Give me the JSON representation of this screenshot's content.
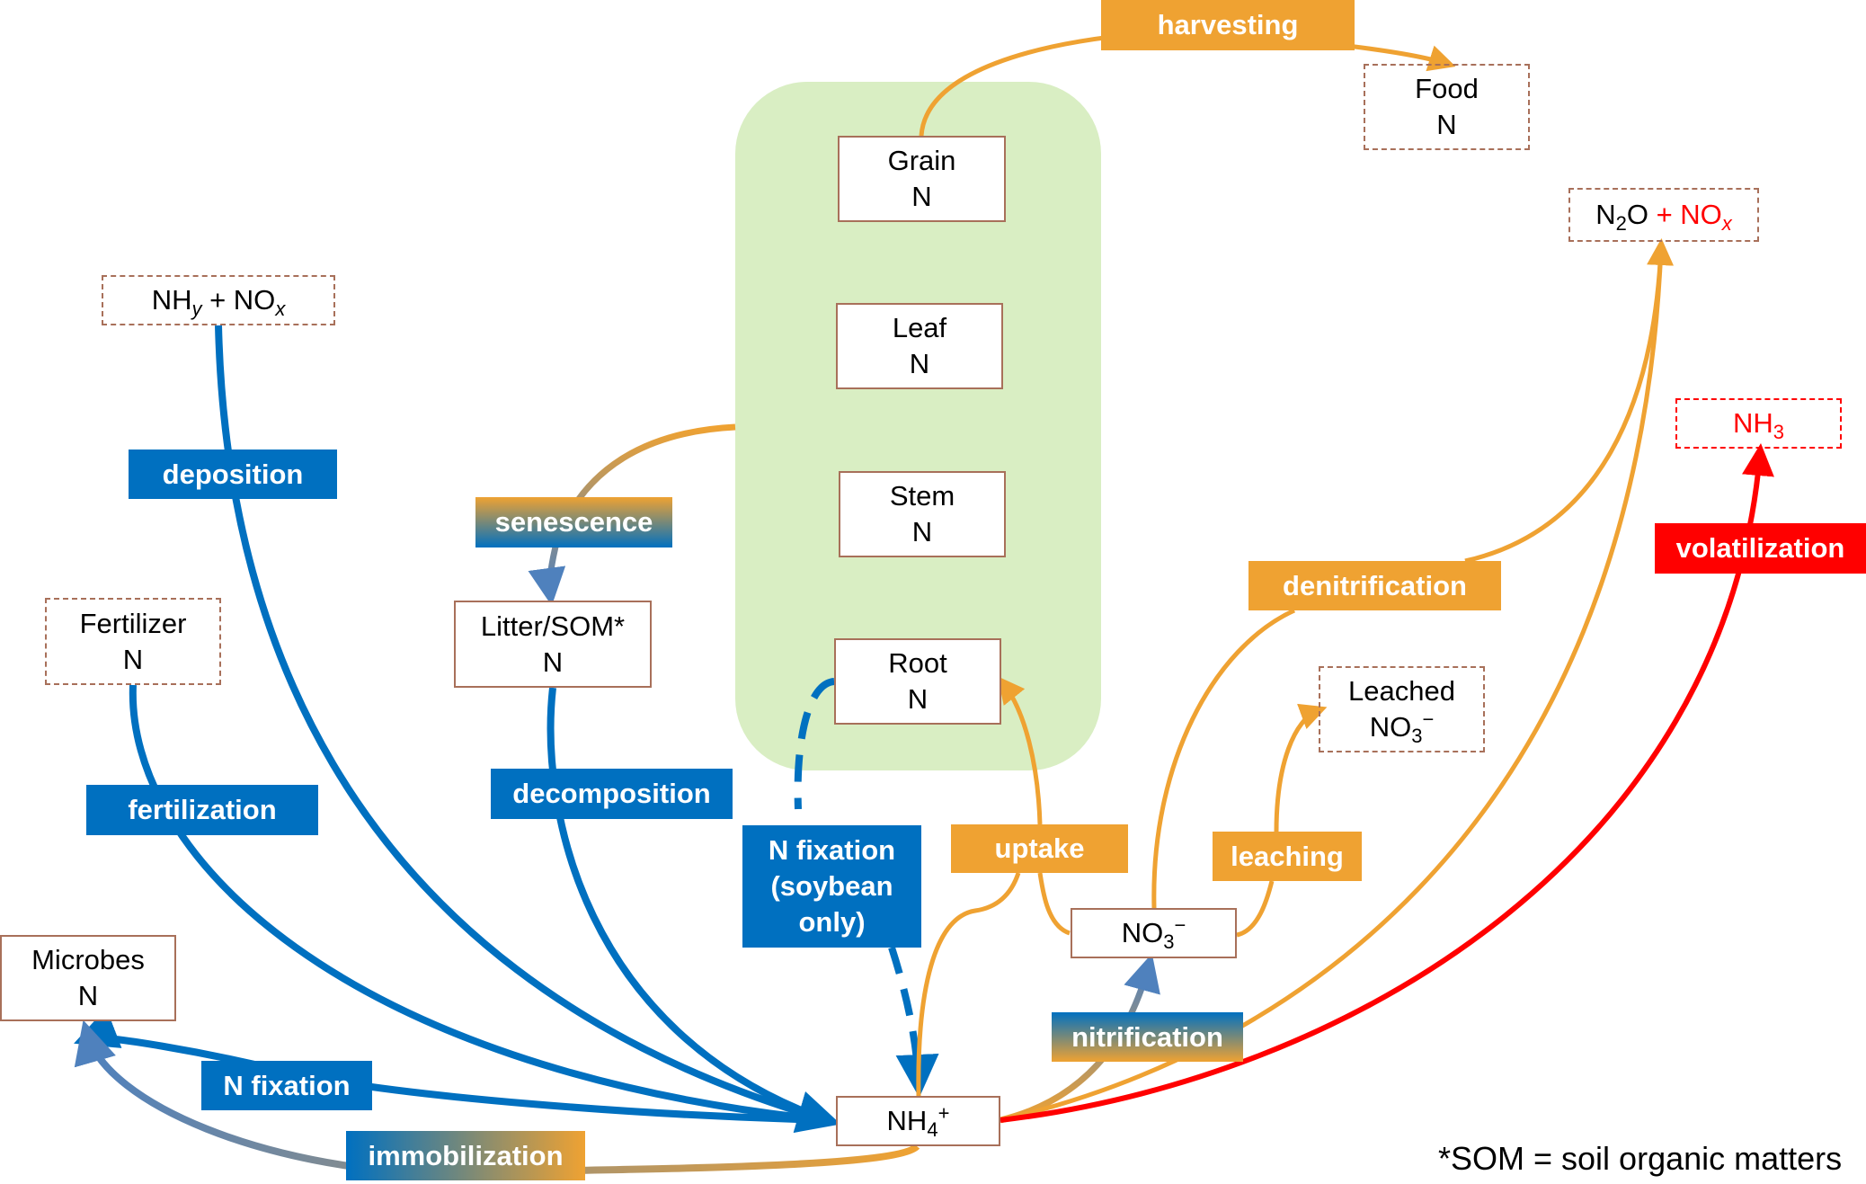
{
  "colors": {
    "biotic_flux": "#0070C0",
    "plant_flux": "#EFA232",
    "volatilization": "#FF0000",
    "plant_zone": "#D9EEC3",
    "pool_border": "#A8705A"
  },
  "pools": {
    "grain": {
      "line1": "Grain",
      "line2": "N"
    },
    "leaf": {
      "line1": "Leaf",
      "line2": "N"
    },
    "stem": {
      "line1": "Stem",
      "line2": "N"
    },
    "root": {
      "line1": "Root",
      "line2": "N"
    },
    "food": {
      "line1": "Food",
      "line2": "N"
    },
    "n2o_nox": {
      "n": "N",
      "n2o_sub": "2",
      "o": "O",
      "plus": " + NO",
      "x_sub": "x"
    },
    "nh3": {
      "nh": "NH",
      "sub": "3"
    },
    "nhy_nox": {
      "nh": "NH",
      "y_sub": "y",
      "plus": " + NO",
      "x_sub": "x"
    },
    "fertilizer": {
      "line1": "Fertilizer",
      "line2": "N"
    },
    "litter_som": {
      "line1": "Litter/SOM*",
      "line2": "N"
    },
    "leached_no3": {
      "line1": "Leached",
      "no": "NO",
      "sub": "3",
      "sup": "−"
    },
    "microbes": {
      "line1": "Microbes",
      "line2": "N"
    },
    "nh4": {
      "nh": "NH",
      "sub": "4",
      "sup": "+"
    },
    "no3": {
      "no": "NO",
      "sub": "3",
      "sup": "−"
    }
  },
  "processes": {
    "harvesting": "harvesting",
    "deposition": "deposition",
    "senescence": "senescence",
    "fertilization": "fertilization",
    "decomposition": "decomposition",
    "n_fixation_soybean": [
      "N fixation",
      "(soybean",
      "only)"
    ],
    "uptake": "uptake",
    "denitrification": "denitrification",
    "volatilization": "volatilization",
    "leaching": "leaching",
    "nitrification": "nitrification",
    "n_fixation": "N fixation",
    "immobilization": "immobilization"
  },
  "footnote": "*SOM = soil organic matters"
}
